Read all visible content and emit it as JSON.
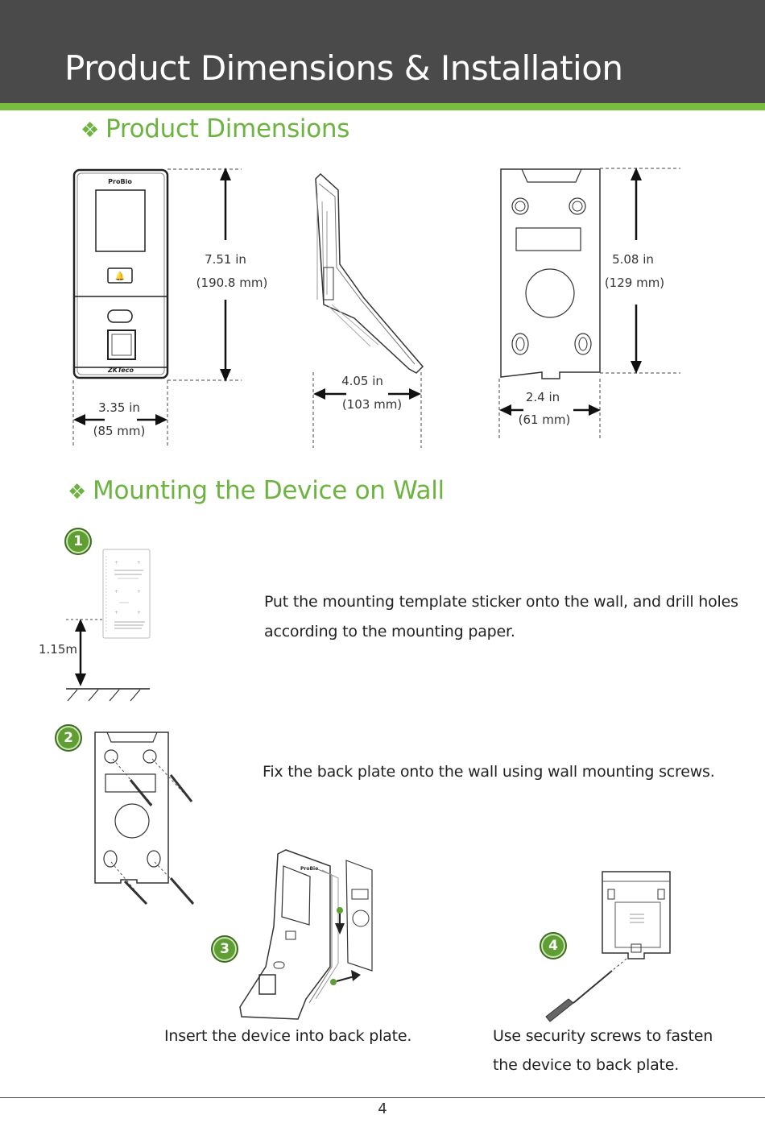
{
  "header": {
    "title": "Product Dimensions & Installation"
  },
  "dimensions_section": {
    "title": "Product Dimensions",
    "front": {
      "logo": "ProBio",
      "brand": "ZKTeco",
      "height_in": "7.51 in",
      "height_mm": "(190.8 mm)",
      "width_in": "3.35 in",
      "width_mm": "(85 mm)"
    },
    "side": {
      "depth_in": "4.05 in",
      "depth_mm": "(103 mm)"
    },
    "back": {
      "height_in": "5.08 in",
      "height_mm": "(129 mm)",
      "width_in": "2.4 in",
      "width_mm": "(61 mm)"
    }
  },
  "mounting_section": {
    "title": "Mounting the Device on Wall",
    "steps": [
      {
        "number": "1",
        "line1": "Put the mounting template sticker onto the wall, and drill holes",
        "line2": "according to the mounting paper.",
        "height_label": "1.15m"
      },
      {
        "number": "2",
        "line1": "Fix the back plate onto the wall using wall mounting screws."
      },
      {
        "number": "3",
        "line1": "Insert the device into back plate."
      },
      {
        "number": "4",
        "line1": "Use security screws to fasten",
        "line2": "the device to back plate."
      }
    ]
  },
  "footer": {
    "page_number": "4"
  },
  "colors": {
    "header_bg": "#4a4a4a",
    "accent_green": "#79bd3d",
    "section_green": "#6cb33f"
  }
}
